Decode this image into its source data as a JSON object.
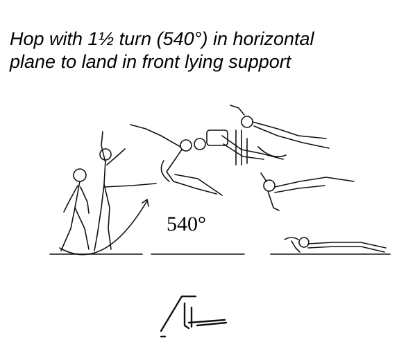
{
  "title": {
    "line1": "Hop with 1½ turn (540°) in horizontal",
    "line2": "plane to land in front lying support"
  },
  "diagram": {
    "rotation_label": "540°",
    "symbol_icon": "hop-turn-notation-icon"
  }
}
